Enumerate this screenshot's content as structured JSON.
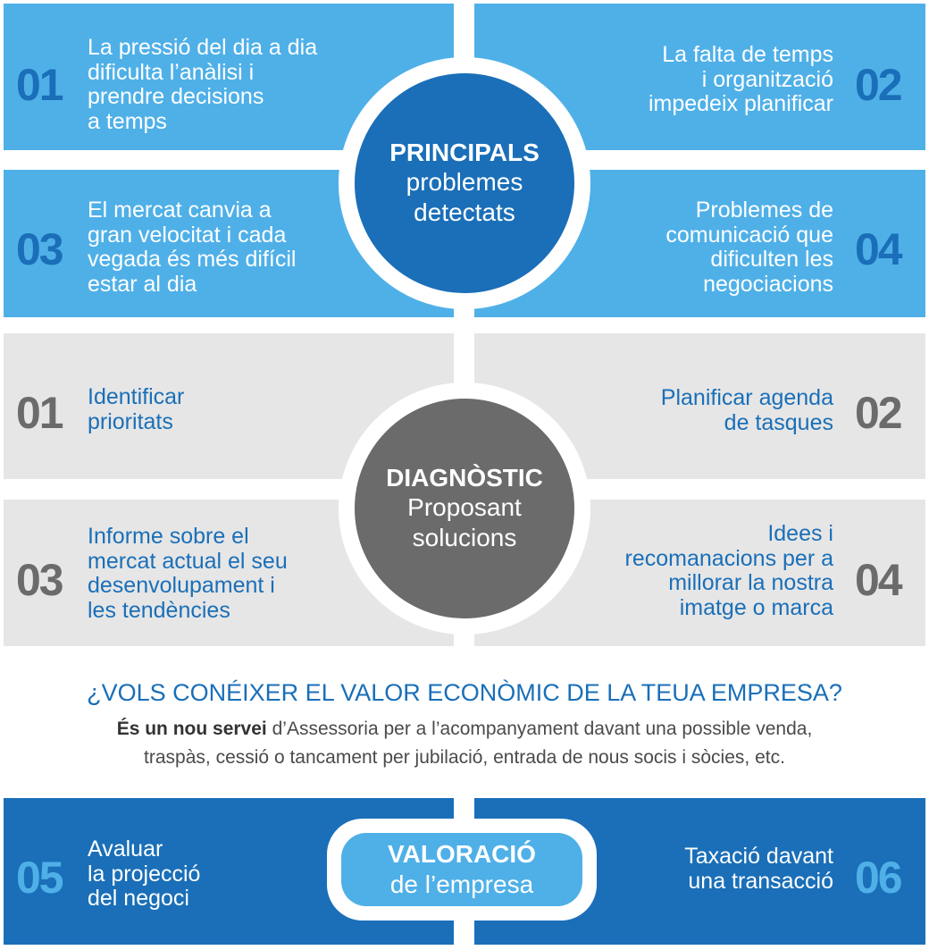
{
  "colors": {
    "light_blue": "#4fb0e8",
    "dark_blue": "#1a6fb8",
    "light_gray": "#e6e6e6",
    "dark_gray": "#6b6b6b"
  },
  "problems": {
    "circle_title": "PRINCIPALS",
    "circle_subtitle": "problemes\ndetectats",
    "items": [
      {
        "num": "01",
        "text": "La pressió del dia a dia\ndificulta l’anàlisi i\nprendre decisions\na temps"
      },
      {
        "num": "02",
        "text": "La falta de temps\ni organització\nimpedeix planificar"
      },
      {
        "num": "03",
        "text": "El mercat canvia a\ngran velocitat i cada\nvegada és més difícil\nestar al dia"
      },
      {
        "num": "04",
        "text": "Problemes de\ncomunicació que\ndificulten les\nnegociacions"
      }
    ]
  },
  "diagnostic": {
    "circle_title": "DIAGNÒSTIC",
    "circle_subtitle": "Proposant\nsolucions",
    "items": [
      {
        "num": "01",
        "text": "Identificar\nprioritats"
      },
      {
        "num": "02",
        "text": "Planificar agenda\nde tasques"
      },
      {
        "num": "03",
        "text": "Informe sobre el\nmercat actual el seu\ndesenvolupament i\nles tendències"
      },
      {
        "num": "04",
        "text": "Idees  i\nrecomanacions per a\nmillorar la nostra\nimatge o marca"
      }
    ]
  },
  "question": "¿VOLS CONÉIXER EL VALOR ECONÒMIC DE LA TEUA EMPRESA?",
  "description": {
    "bold": "És un nou servei",
    "line1_rest": " d’Assessoria per a l’acompanyament davant una possible venda,",
    "line2": "traspàs, cessió o tancament per jubilació, entrada de nous socis i sòcies, etc."
  },
  "valuation": {
    "title": "VALORACIÓ",
    "subtitle": "de l’empresa",
    "items": [
      {
        "num": "05",
        "text": "Avaluar\nla projecció\ndel negoci"
      },
      {
        "num": "06",
        "text": "Taxació davant\nuna transacció"
      }
    ]
  }
}
